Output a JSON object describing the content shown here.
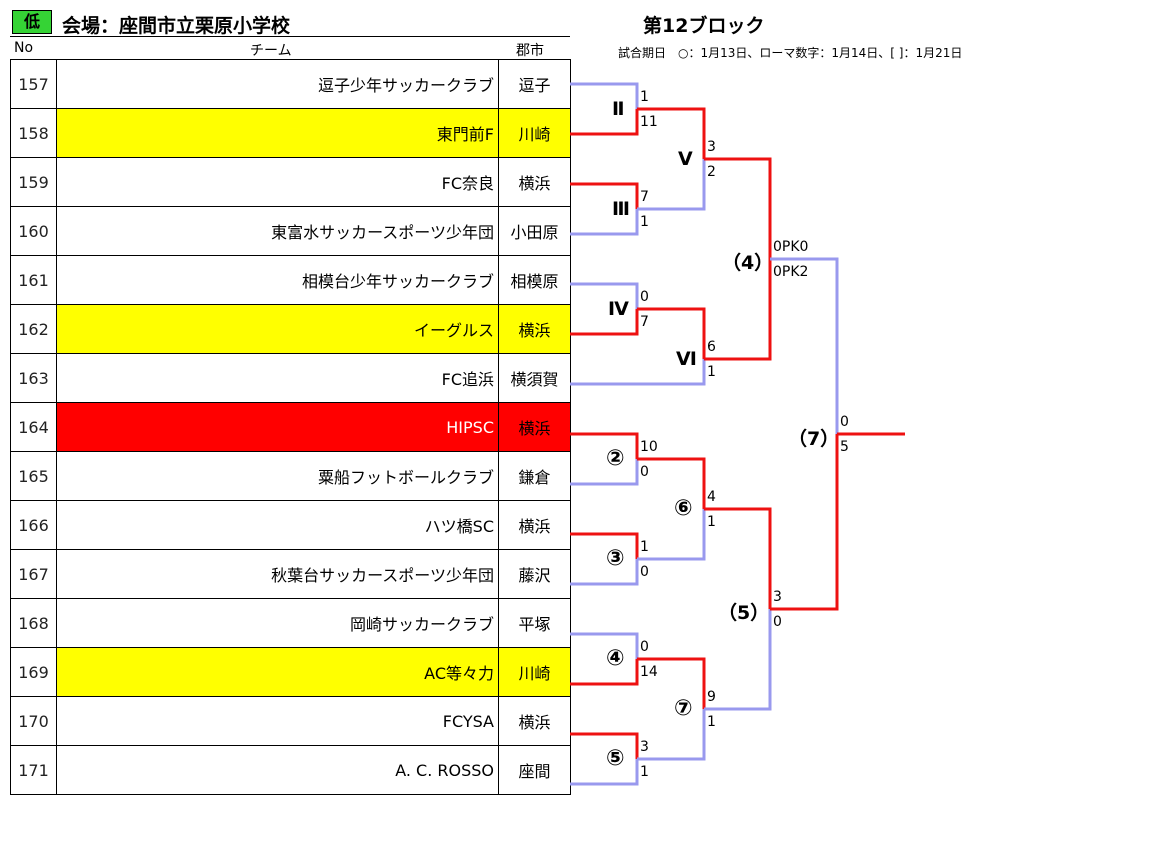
{
  "header": {
    "badge": "低",
    "venue": "会場：座間市立栗原小学校",
    "block": "第12ブロック",
    "note": "試合期日　○：1月13日、ローマ数字：1月14日、[ ]：1月21日",
    "col_no": "No",
    "col_team": "チーム",
    "col_city": "郡市"
  },
  "teams": [
    {
      "no": "157",
      "name": "逗子少年サッカークラブ",
      "city": "逗子"
    },
    {
      "no": "158",
      "name": "東門前F",
      "city": "川崎"
    },
    {
      "no": "159",
      "name": "FC奈良",
      "city": "横浜"
    },
    {
      "no": "160",
      "name": "東富水サッカースポーツ少年団",
      "city": "小田原"
    },
    {
      "no": "161",
      "name": "相模台少年サッカークラブ",
      "city": "相模原"
    },
    {
      "no": "162",
      "name": "イーグルス",
      "city": "横浜"
    },
    {
      "no": "163",
      "name": "FC追浜",
      "city": "横須賀"
    },
    {
      "no": "164",
      "name": "HIPSC",
      "city": "横浜"
    },
    {
      "no": "165",
      "name": "粟船フットボールクラブ",
      "city": "鎌倉"
    },
    {
      "no": "166",
      "name": "ハツ橋SC",
      "city": "横浜"
    },
    {
      "no": "167",
      "name": "秋葉台サッカースポーツ少年団",
      "city": "藤沢"
    },
    {
      "no": "168",
      "name": "岡崎サッカークラブ",
      "city": "平塚"
    },
    {
      "no": "169",
      "name": "AC等々力",
      "city": "川崎"
    },
    {
      "no": "170",
      "name": "FCYSA",
      "city": "横浜"
    },
    {
      "no": "171",
      "name": "A. C. ROSSO",
      "city": "座間"
    }
  ],
  "bracket": {
    "labels": {
      "r2": "Ⅱ",
      "r3": "Ⅲ",
      "r4": "Ⅳ",
      "r5": "Ⅴ",
      "r6": "Ⅵ",
      "c2": "②",
      "c3": "③",
      "c4": "④",
      "c5": "⑤",
      "c6": "⑥",
      "c7": "⑦",
      "p4": "（4）",
      "p5": "（5）",
      "p7": "（7）"
    },
    "scores": {
      "r2_top": "1",
      "r2_bot": "11",
      "r3_top": "7",
      "r3_bot": "1",
      "r5_top": "3",
      "r5_bot": "2",
      "r4_top": "0",
      "r4_bot": "7",
      "r6_top": "6",
      "r6_bot": "1",
      "p4_top": "0PK0",
      "p4_bot": "0PK2",
      "c2_top": "10",
      "c2_bot": "0",
      "c3_top": "1",
      "c3_bot": "0",
      "c6_top": "4",
      "c6_bot": "1",
      "c4_top": "0",
      "c4_bot": "14",
      "c5_top": "3",
      "c5_bot": "1",
      "c7_top": "9",
      "c7_bot": "1",
      "p5_top": "3",
      "p5_bot": "0",
      "p7_top": "0",
      "p7_bot": "5"
    },
    "colors": {
      "win": "#ee1111",
      "lose": "#9999ee"
    }
  }
}
